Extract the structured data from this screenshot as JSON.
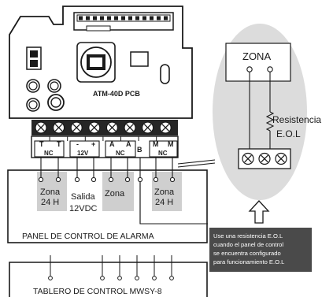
{
  "pcb": {
    "label": "ATM-40D PCB",
    "terminal_count": 8
  },
  "terminal_labels": {
    "t1": "T",
    "t2": "T",
    "nc1": "NC",
    "minus": "-",
    "plus": "+",
    "v12": "12V",
    "a1": "A",
    "a2": "A",
    "nc2": "NC",
    "b": "B",
    "m1": "M",
    "m2": "M",
    "nc3": "NC"
  },
  "connections": {
    "zona24_left": [
      "Zona",
      "24 H"
    ],
    "salida": [
      "Salida",
      "12VDC"
    ],
    "zona_mid": "Zona",
    "zona24_right": [
      "Zona",
      "24 H"
    ]
  },
  "panels": {
    "control_panel": "PANEL DE CONTROL DE ALARMA",
    "board": "TABLERO DE CONTROL MWSY-8"
  },
  "detail": {
    "zona_title": "ZONA",
    "resistor_label": [
      "Resistencia",
      "E.O.L"
    ],
    "terminal_count": 3
  },
  "note": [
    "Use una resistencia E.O.L",
    "cuando el panel de control",
    "se encuentra configurado",
    "para funcionamiento E.O.L"
  ],
  "colors": {
    "line": "#1a1a1a",
    "zone_fill": "#cfcfcf",
    "oval_fill": "#dcdcdc",
    "note_fill": "#4a4a4a",
    "note_text": "#ffffff",
    "terminal_block": "#262626",
    "pcb_fill": "#ffffff"
  }
}
